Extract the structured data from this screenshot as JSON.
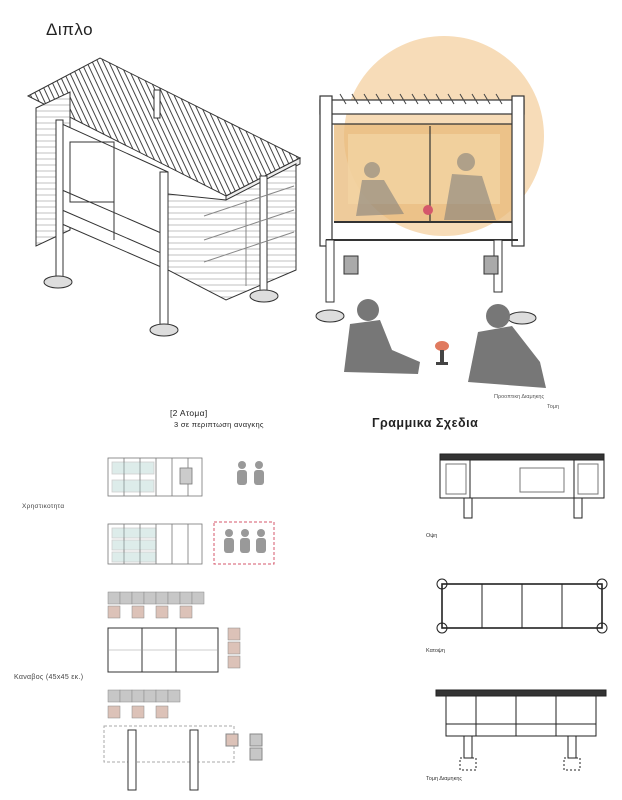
{
  "title": "Διπλο",
  "line_drawings_title": "Γραμμικα Σχεδια",
  "persons": {
    "title": "[2 Ατομα]",
    "subtitle": "3 σε περιπτωση αναγκης"
  },
  "perspective_caption": {
    "line1": "Προοπτικη Διαμηκης",
    "line2": "Τομη"
  },
  "functionality_label": "Χρηστικοτητα",
  "grid_label": "Καναβος (45x45 εκ.)",
  "drawings": {
    "elevation": "Οψη",
    "plan": "Κατοψη",
    "long_section": "Τομη Διαμηκης"
  },
  "colors": {
    "sun_disc": "#f7dcb8",
    "warm_interior": "#e8b97a",
    "figure_gray": "#7a7a7a",
    "tile_gray": "#c7c7c7",
    "tile_pink": "#dcc2b8",
    "dashed_red": "#d4576b",
    "plan_teal": "#9fc9c6"
  },
  "icons": [
    "person-icon",
    "person-icon",
    "person-icon",
    "person-icon",
    "person-icon"
  ]
}
